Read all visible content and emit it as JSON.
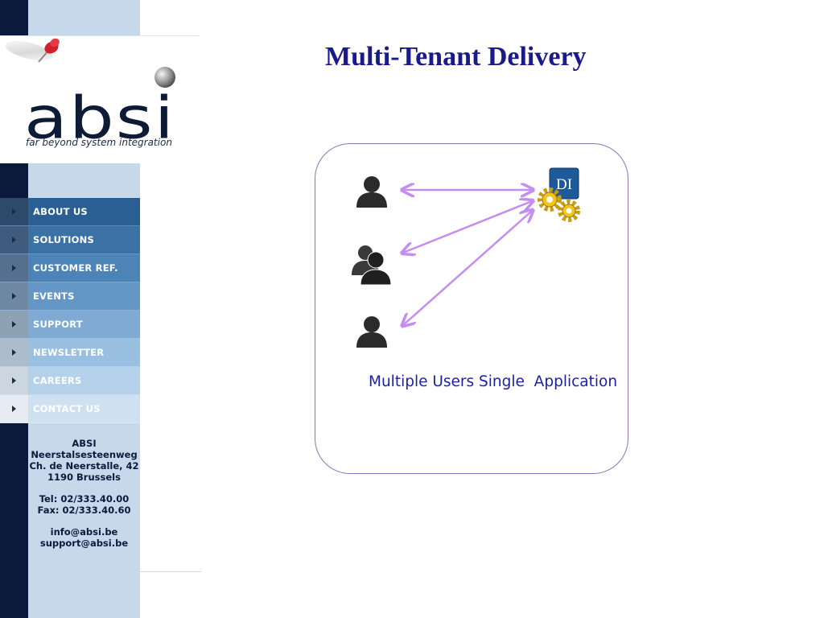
{
  "slide": {
    "title": "Multi-Tenant Delivery",
    "caption": "Multiple Users Single  Application",
    "app_icon_label": "DI"
  },
  "brand": {
    "logo_text": "absi",
    "tagline": "far beyond system integration"
  },
  "nav": {
    "items": [
      {
        "label": "ABOUT US",
        "bg": "#2a5f93",
        "fg": "#ffffff",
        "arrow_bg": "#2e4a6b"
      },
      {
        "label": "SOLUTIONS",
        "bg": "#3a72a6",
        "fg": "#ffffff",
        "arrow_bg": "#3f5c7e"
      },
      {
        "label": "CUSTOMER REF.",
        "bg": "#4d84b7",
        "fg": "#ffffff",
        "arrow_bg": "#55708f"
      },
      {
        "label": "EVENTS",
        "bg": "#6597c6",
        "fg": "#ffffff",
        "arrow_bg": "#7089a3"
      },
      {
        "label": "SUPPORT",
        "bg": "#7eaad3",
        "fg": "#ffffff",
        "arrow_bg": "#8ea2b6"
      },
      {
        "label": "NEWSLETTER",
        "bg": "#9ac0e1",
        "fg": "#ffffff",
        "arrow_bg": "#adbccb"
      },
      {
        "label": "CAREERS",
        "bg": "#b6d2ea",
        "fg": "#ffffff",
        "arrow_bg": "#cbd6e0"
      },
      {
        "label": "CONTACT US",
        "bg": "#cfe1f1",
        "fg": "#ffffff",
        "arrow_bg": "#e6ecf1"
      }
    ]
  },
  "contact": {
    "company": "ABSI",
    "street_nl": "Neerstalsesteenweg",
    "street_fr": "Ch. de Neerstalle, 42",
    "city": "1190 Brussels",
    "tel": "Tel: 02/333.40.00",
    "fax": "Fax: 02/333.40.60",
    "email_info": "info@absi.be",
    "email_support": "support@absi.be"
  },
  "colors": {
    "title": "#1a1a8c",
    "caption": "#1b22a6",
    "arrows": "#c48ef0",
    "frame": "#8f72b8",
    "sidebar_dark": "#0b1a3b",
    "sidebar_light": "#c6d9ea"
  },
  "icons": [
    "user-icon",
    "user-group-icon",
    "user-icon",
    "application-gears-icon",
    "pushpin-icon",
    "sphere-icon",
    "triangle-right-icon"
  ]
}
